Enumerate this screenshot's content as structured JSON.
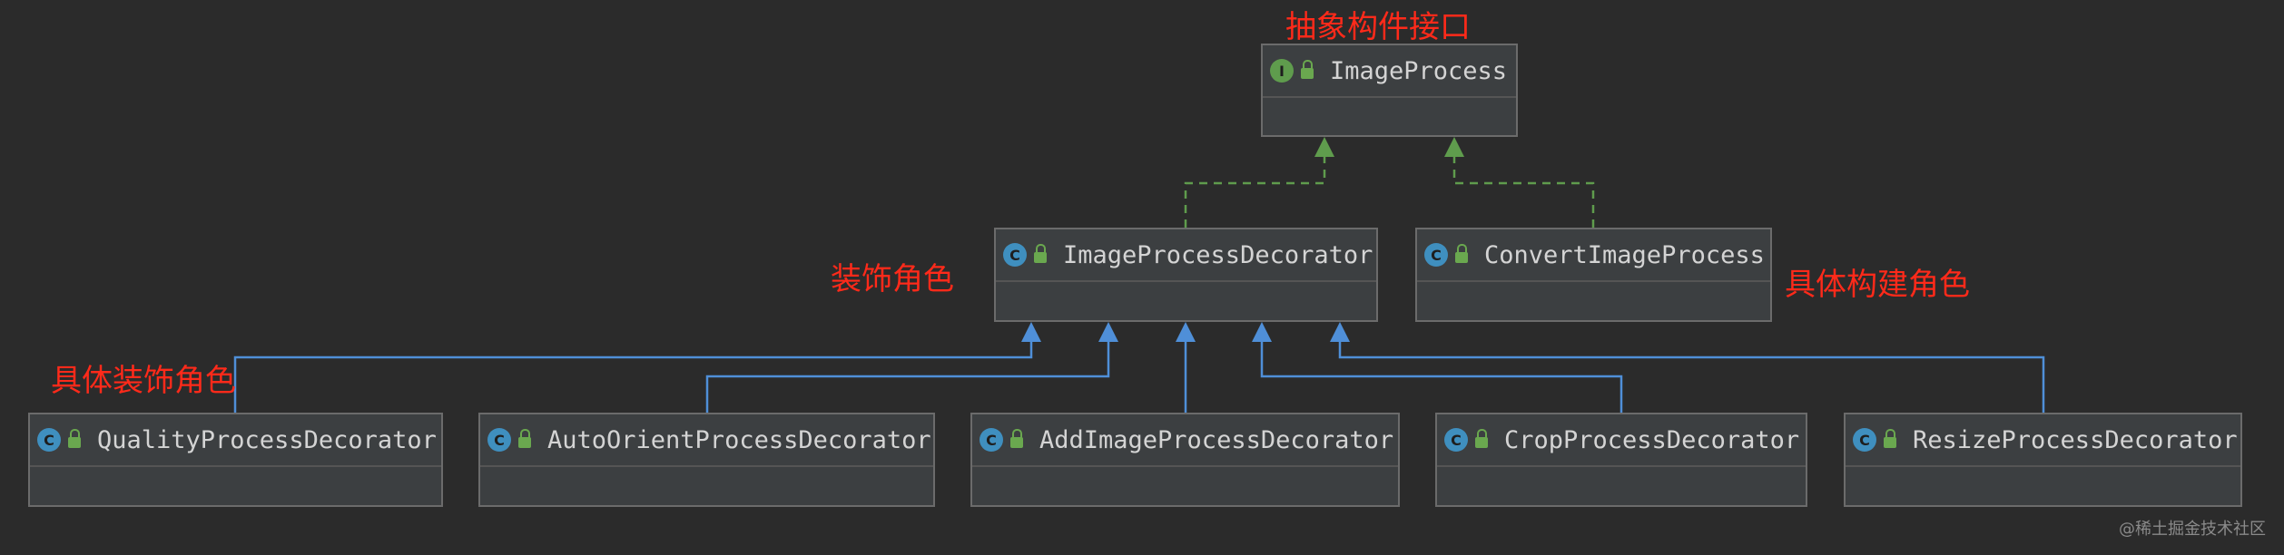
{
  "nodes": {
    "image_process": {
      "kind": "I",
      "name": "ImageProcess"
    },
    "image_process_decorator": {
      "kind": "C",
      "name": "ImageProcessDecorator"
    },
    "convert_image_process": {
      "kind": "C",
      "name": "ConvertImageProcess"
    },
    "quality_process_decorator": {
      "kind": "C",
      "name": "QualityProcessDecorator"
    },
    "auto_orient_process_decorator": {
      "kind": "C",
      "name": "AutoOrientProcessDecorator"
    },
    "add_image_process_decorator": {
      "kind": "C",
      "name": "AddImageProcessDecorator"
    },
    "crop_process_decorator": {
      "kind": "C",
      "name": "CropProcessDecorator"
    },
    "resize_process_decorator": {
      "kind": "C",
      "name": "ResizeProcessDecorator"
    }
  },
  "edges": [
    {
      "from": "image_process_decorator",
      "to": "image_process",
      "type": "implements"
    },
    {
      "from": "convert_image_process",
      "to": "image_process",
      "type": "implements"
    },
    {
      "from": "quality_process_decorator",
      "to": "image_process_decorator",
      "type": "extends"
    },
    {
      "from": "auto_orient_process_decorator",
      "to": "image_process_decorator",
      "type": "extends"
    },
    {
      "from": "add_image_process_decorator",
      "to": "image_process_decorator",
      "type": "extends"
    },
    {
      "from": "crop_process_decorator",
      "to": "image_process_decorator",
      "type": "extends"
    },
    {
      "from": "resize_process_decorator",
      "to": "image_process_decorator",
      "type": "extends"
    }
  ],
  "labels": {
    "abstract_component": "抽象构件接口",
    "decorator_role": "装饰角色",
    "concrete_component": "具体构建角色",
    "concrete_decorator": "具体装饰角色"
  },
  "watermark": "@稀土掘金技术社区",
  "colors": {
    "background": "#2b2b2b",
    "node_fill": "#3c3f41",
    "node_border": "#6b6b6b",
    "implements_edge": "#5f9c4d",
    "extends_edge": "#4f8fd8",
    "annotation": "#ff2a1a",
    "interface_badge": "#5f9c4d",
    "class_badge": "#3f8fbf"
  },
  "icons": {
    "class_badge": "class-c-icon",
    "interface_badge": "interface-i-icon",
    "visibility": "unlock-icon"
  }
}
